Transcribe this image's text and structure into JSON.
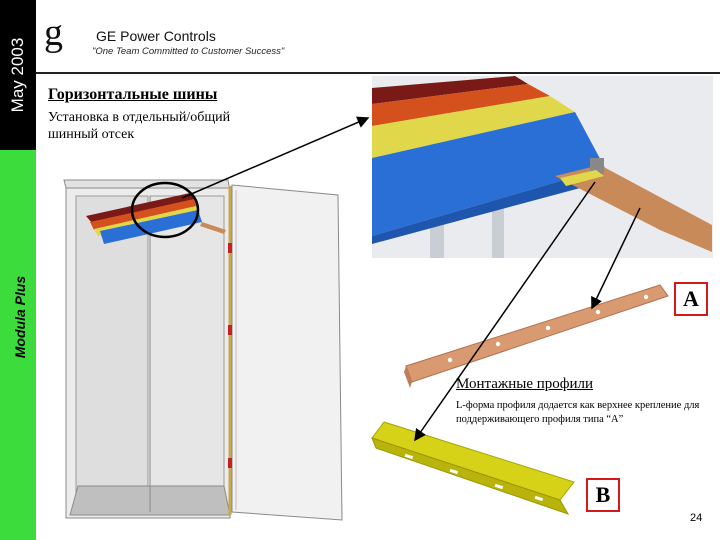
{
  "sidebar": {
    "date": "May 2003",
    "product": "Modula Plus"
  },
  "header": {
    "logo": "g",
    "company": "GE Power Controls",
    "slogan": "\"One Team Committed to Customer Success\""
  },
  "slide": {
    "heading": "Горизонтальные шины",
    "subtitle": "Установка в отдельный/общий шинный отсек",
    "label_a": "A",
    "label_b": "B",
    "caption_title": "Монтажные профили",
    "caption_body": "L-форма профиля додается как верхнее крепление для поддерживающего профиля типа “A”",
    "page_number": "24"
  },
  "colors": {
    "sidebar_dark": "#000000",
    "sidebar_green": "#3cdc3c",
    "badge_border": "#d11b1b",
    "busbar_blue": "#2a6fd6",
    "busbar_yellow": "#e0d84a",
    "busbar_orange": "#d4501c",
    "busbar_darkred": "#7a1a16",
    "profile_copper": "#d99a72",
    "profile_yellow": "#d6d218"
  }
}
